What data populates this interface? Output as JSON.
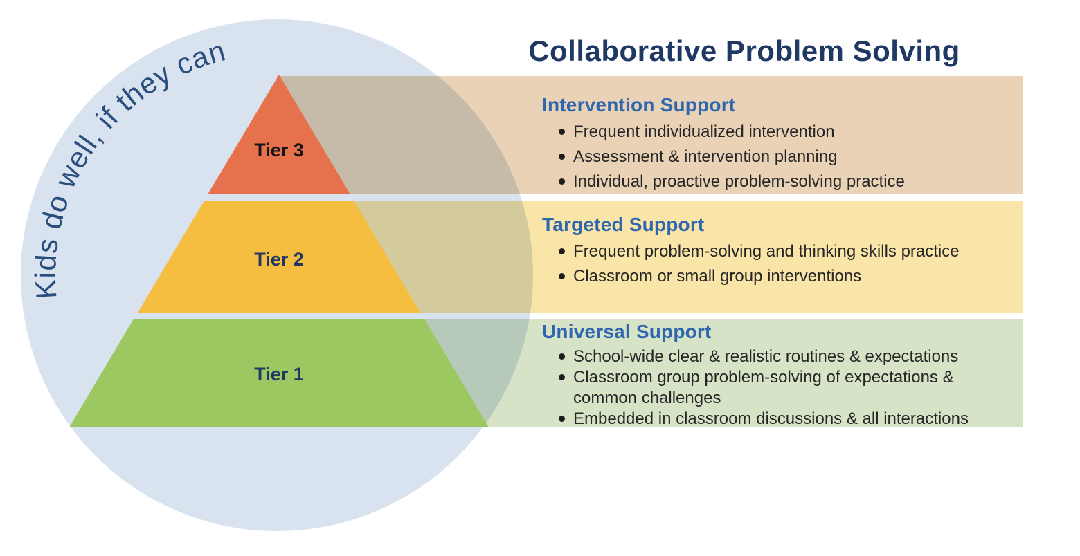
{
  "title": "Collaborative Problem Solving",
  "circle": {
    "caption": "Kids do well, if they can"
  },
  "pyramid": {
    "tiers": [
      {
        "label": "Tier 3",
        "color": "#E6714D",
        "label_color": "#141414"
      },
      {
        "label": "Tier 2",
        "color": "#F5BE40",
        "label_color": "#1F3864"
      },
      {
        "label": "Tier 1",
        "color": "#9CC862",
        "label_color": "#1F3864"
      }
    ]
  },
  "bands": [
    {
      "heading": "Intervention Support",
      "color": "#E9D2B5",
      "bullets": [
        "Frequent individualized intervention",
        "Assessment & intervention planning",
        "Individual, proactive problem-solving practice"
      ]
    },
    {
      "heading": "Targeted Support",
      "color": "#FAE5A8",
      "bullets": [
        "Frequent problem-solving and thinking skills practice",
        "Classroom or small group interventions"
      ]
    },
    {
      "heading": "Universal Support",
      "color": "#D6E3C7",
      "bullets": [
        "School-wide clear & realistic routines & expectations",
        "Classroom group problem-solving of expectations & common challenges",
        "Embedded in classroom discussions & all interactions"
      ]
    }
  ],
  "colors": {
    "circle_fill": "#D9E2EF",
    "title_text": "#1F3864",
    "band_heading_text": "#2E66B0",
    "bullet_text": "#262626",
    "caption_text": "#2A4E7E"
  }
}
